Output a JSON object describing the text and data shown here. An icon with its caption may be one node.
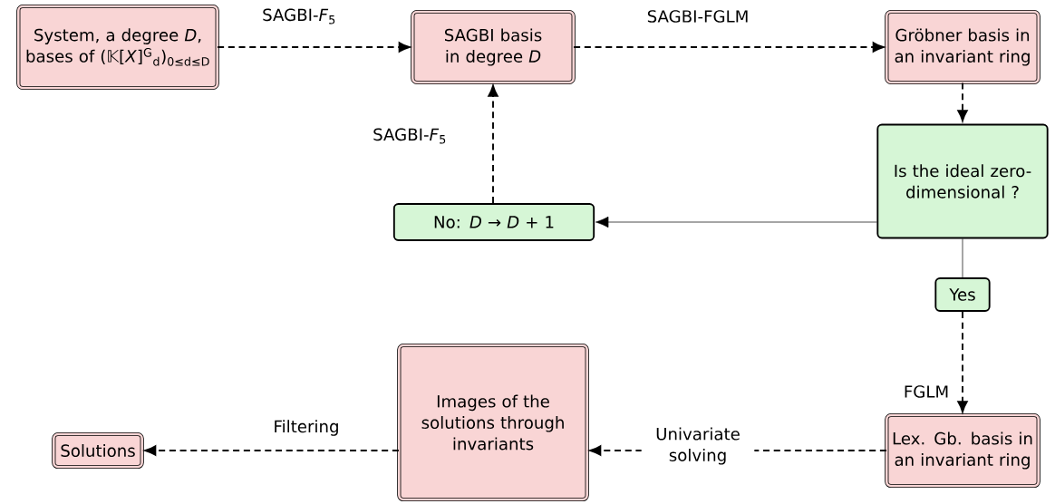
{
  "diagram": {
    "nodes": [
      {
        "text": [
          "System, a degree *D*, bases of (𝕂[*X*]$^{G}$$_{d}$)$_{0≤d≤D}$"
        ]
      },
      {
        "text": [
          "SAGBI basis in degree *D*"
        ]
      },
      {
        "text": [
          "Gröbner basis in an invariant ring"
        ]
      },
      {
        "text": [
          "Is the ideal zero-dimensional ?"
        ]
      },
      {
        "text": [
          "No: *D* → *D* + 1"
        ]
      },
      {
        "text": [
          "Yes"
        ]
      },
      {
        "text": [
          "Lex. Gb. basis in an invariant ring"
        ]
      },
      {
        "text": [
          "Images of the solutions through invariants"
        ]
      },
      {
        "text": [
          "Solutions"
        ]
      }
    ],
    "edges": [
      {
        "from": 0,
        "to": 1,
        "arrow": "to",
        "style": "dashed",
        "label": "SAGBI-*F*$_{5}$"
      },
      {
        "from": 1,
        "to": 2,
        "arrow": "to",
        "style": "dashed",
        "label": "SAGBI-FGLM"
      },
      {
        "from": 2,
        "to": 3,
        "arrow": "to",
        "style": "dashed"
      },
      {
        "from": 3,
        "to": 4,
        "arrow": "to"
      },
      {
        "from": 4,
        "to": 1,
        "arrow": "to",
        "style": "dashed",
        "label": "SAGBI-*F*$_{5}$"
      },
      {
        "from": 3,
        "to": 5,
        "arrow": "none"
      },
      {
        "from": 5,
        "to": 6,
        "arrow": "to",
        "style": "dashed",
        "label": "FGLM"
      },
      {
        "from": 6,
        "to": 7,
        "arrow": "to",
        "style": "dashed",
        "label": "Univariate solving"
      },
      {
        "from": 7,
        "to": 8,
        "arrow": "to",
        "style": "dashed",
        "label": "Filtering"
      }
    ]
  }
}
